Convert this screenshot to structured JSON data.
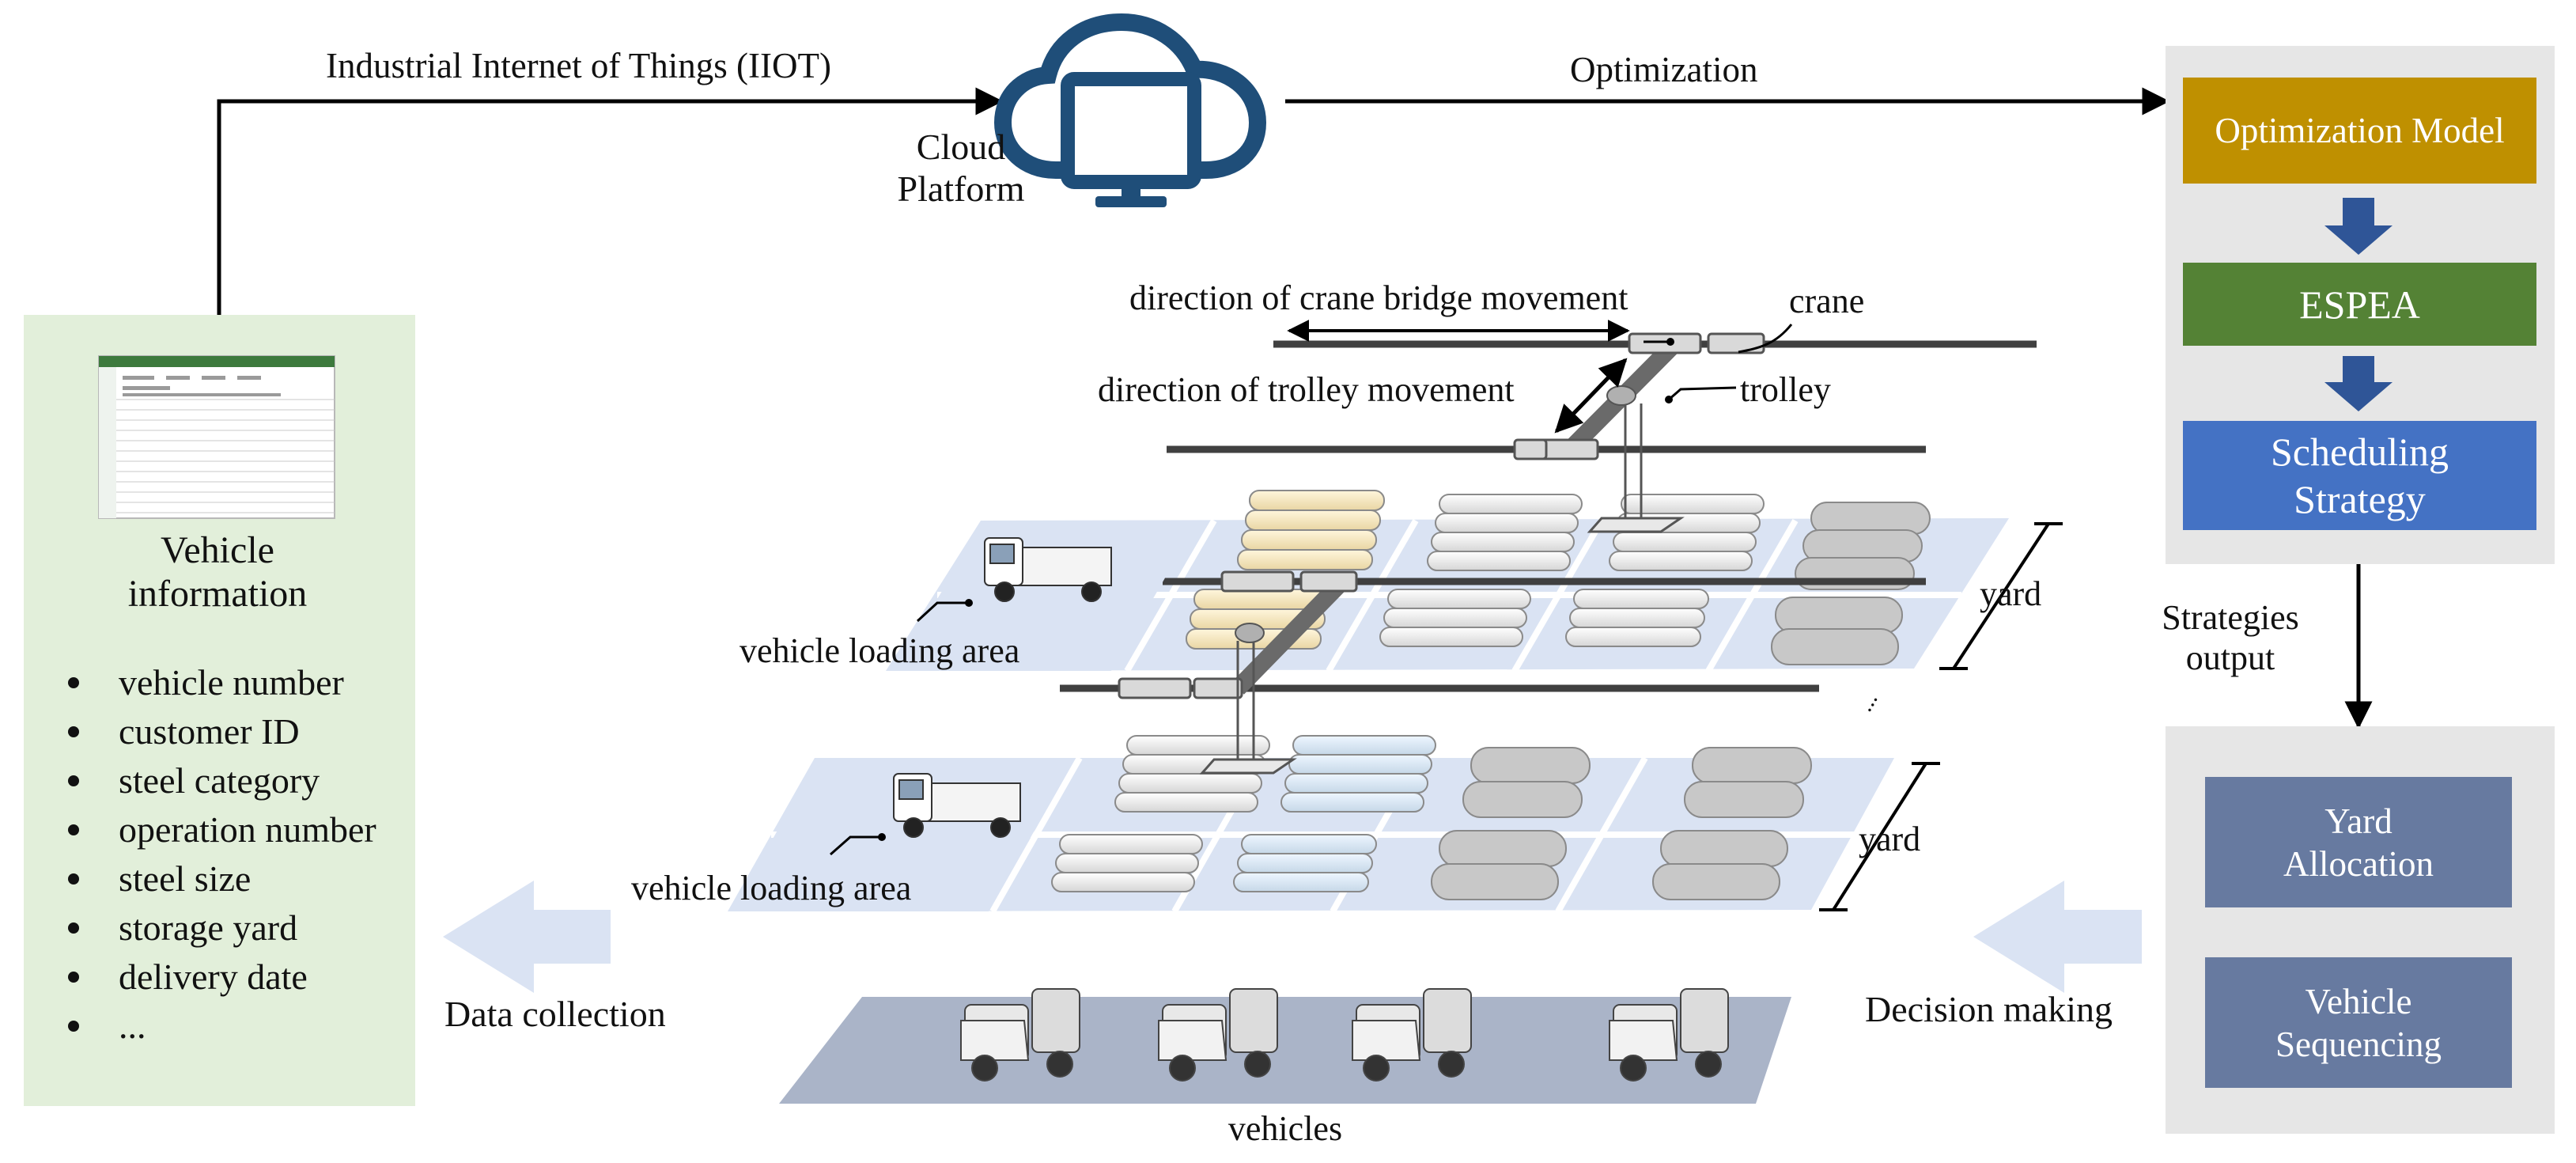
{
  "arrows": {
    "iiot_label": "Industrial Internet of Things (IIOT)",
    "optimization_label": "Optimization",
    "data_collection_label": "Data collection",
    "decision_making_label": "Decision making",
    "strategies_output_label": "Strategies output"
  },
  "cloud": {
    "label": "Cloud Platform",
    "icon": "cloud-monitor-icon"
  },
  "vehicle_info": {
    "title": "Vehicle information",
    "items": [
      "vehicle number",
      "customer ID",
      "steel category",
      "operation number",
      "steel size",
      "storage yard",
      "delivery date",
      "..."
    ]
  },
  "optimization_panel": {
    "optimization_model": "Optimization Model",
    "espea": "ESPEA",
    "scheduling_strategy": "Scheduling Strategy"
  },
  "decision_panel": {
    "yard_allocation": "Yard Allocation",
    "vehicle_sequencing": "Vehicle Sequencing"
  },
  "scene": {
    "crane_bridge_direction": "direction of crane bridge movement",
    "trolley_direction": "direction of trolley movement",
    "crane_label": "crane",
    "trolley_label": "trolley",
    "yard_label_1": "yard",
    "yard_label_2": "yard",
    "loading_area_1": "vehicle loading area",
    "loading_area_2": "vehicle loading area",
    "ellipsis": "...",
    "vehicles_label": "vehicles"
  },
  "colors": {
    "info_panel": "#e2efda",
    "gray_panel": "#e6e6e6",
    "optimization_model": "#bf9000",
    "espea": "#548235",
    "scheduling_strategy": "#4472c4",
    "decision_box": "#677aa0",
    "arrow_blue": "#2f5597",
    "cloud_blue": "#1f4e79",
    "yard_floor": "#dae3f3",
    "road": "#aab4c8"
  }
}
